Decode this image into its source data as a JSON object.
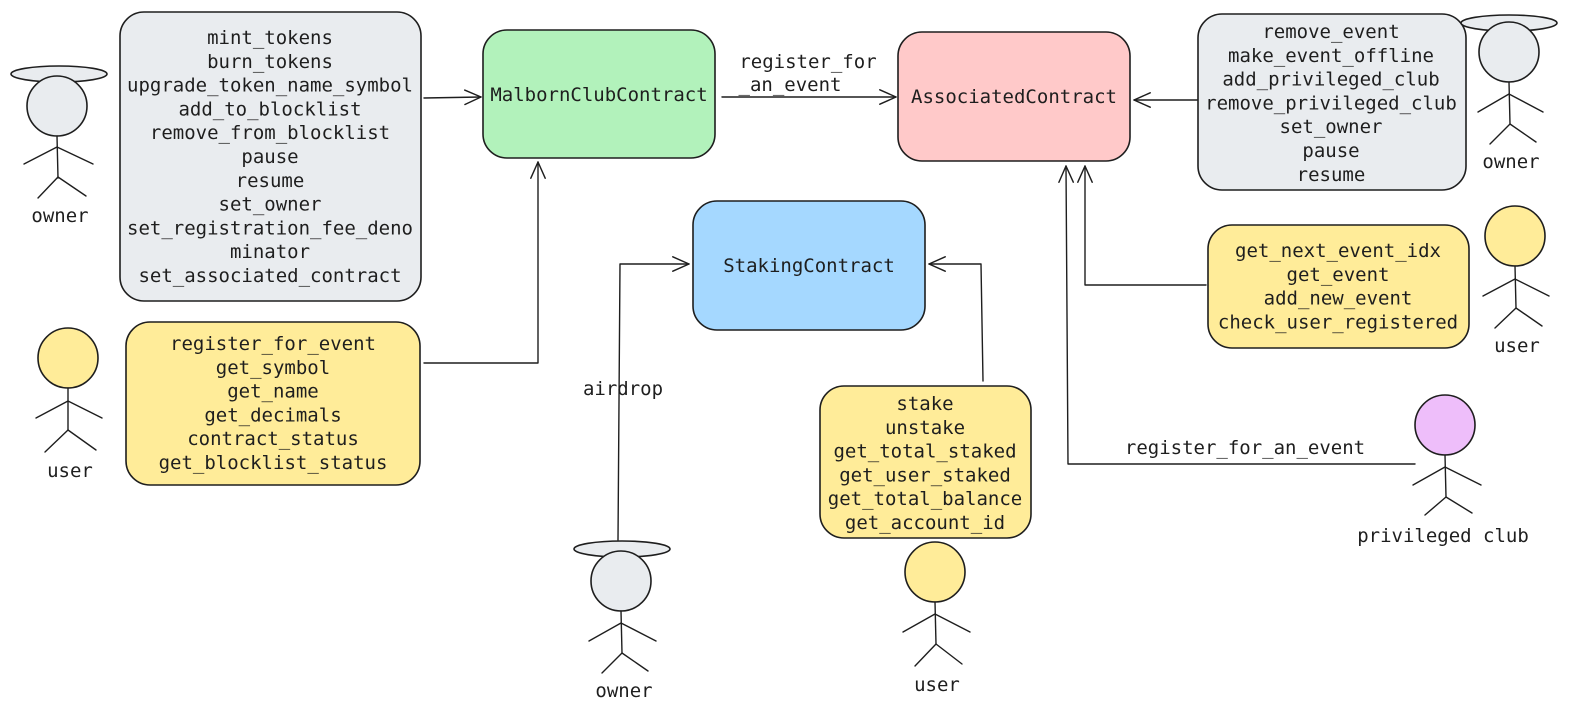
{
  "contracts": {
    "malborn": "MalbornClubContract",
    "associated": "AssociatedContract",
    "staking": "StakingContract"
  },
  "method_groups": {
    "malborn_owner": [
      "mint_tokens",
      "burn_tokens",
      "upgrade_token_name_symbol",
      "add_to_blocklist",
      "remove_from_blocklist",
      "pause",
      "resume",
      "set_owner",
      "set_registration_fee_deno",
      "minator",
      "set_associated_contract"
    ],
    "malborn_user": [
      "register_for_event",
      "get_symbol",
      "get_name",
      "get_decimals",
      "contract_status",
      "get_blocklist_status"
    ],
    "associated_owner": [
      "remove_event",
      "make_event_offline",
      "add_privileged_club",
      "remove_privileged_club",
      "set_owner",
      "pause",
      "resume"
    ],
    "associated_user": [
      "get_next_event_idx",
      "get_event",
      "add_new_event",
      "check_user_registered"
    ],
    "staking_user": [
      "stake",
      "unstake",
      "get_total_staked",
      "get_user_staked",
      "get_total_balance",
      "get_account_id"
    ]
  },
  "actors": {
    "owner_malborn": "owner",
    "user_malborn": "user",
    "owner_associated": "owner",
    "user_associated": "user",
    "owner_staking": "owner",
    "user_staking": "user",
    "privileged_club": "privileged club"
  },
  "edge_labels": {
    "malborn_to_associated_line1": "register_for",
    "malborn_to_associated_line2": "_an_event",
    "airdrop": "airdrop",
    "privileged_register": "register_for_an_event"
  },
  "colors": {
    "malborn": "#b2f2bb",
    "associated": "#ffc9c9",
    "staking": "#a5d8ff",
    "owner_group": "#e9ecef",
    "user_group": "#ffec99",
    "privileged_head": "#eebefa",
    "owner_head": "#e9ecef",
    "user_head": "#ffec99",
    "stroke": "#1e1e1e"
  }
}
